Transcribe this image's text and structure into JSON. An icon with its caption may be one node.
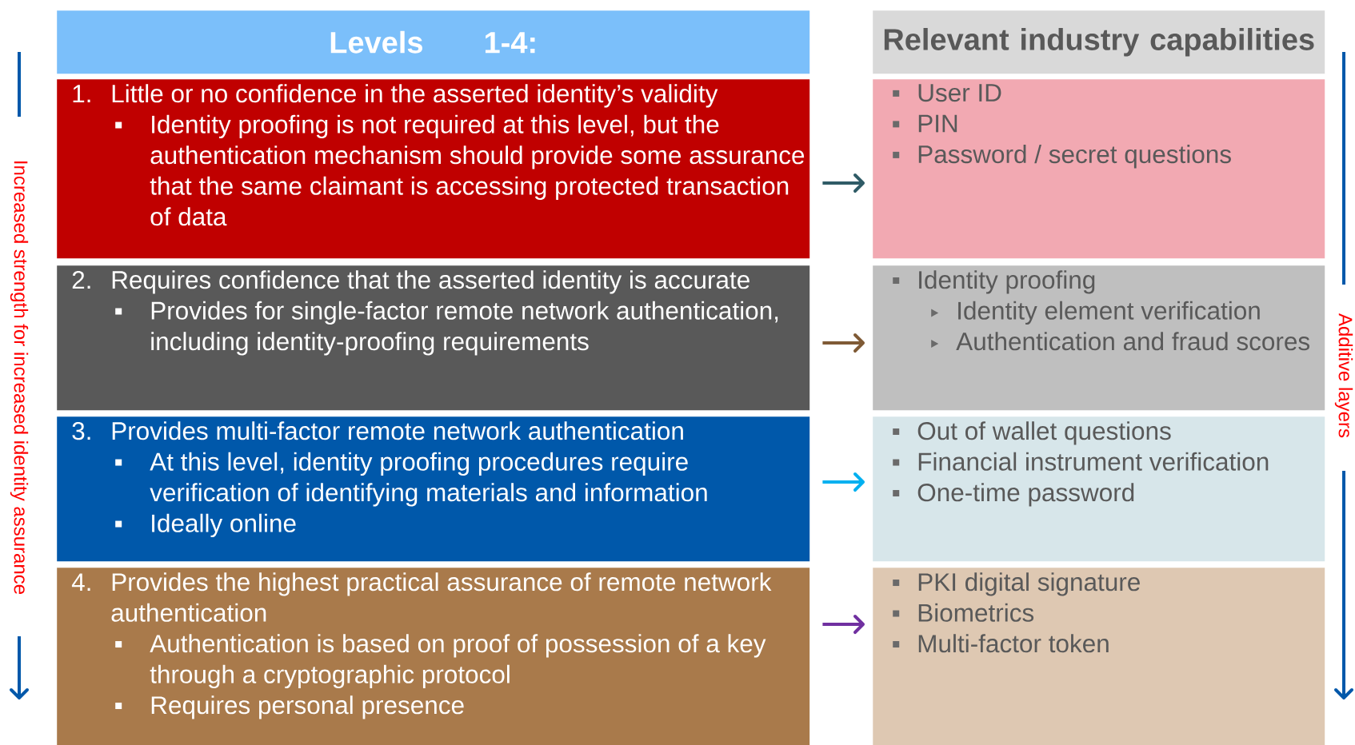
{
  "diagram": {
    "nodes": [
      {
        "text": [
          "Levels 1-4:"
        ]
      },
      {
        "text": [
          "Relevant industry capabilities"
        ]
      },
      {
        "text": [
          "1.",
          "Little or no confidence in the asserted identity’s validity",
          "Identity proofing is not required at this level, but the authentication mechanism should provide some assurance that the same claimant is accessing protected transaction of data"
        ]
      },
      {
        "text": [
          "2.",
          "Requires confidence that the asserted identity is accurate",
          "Provides for single-factor remote network authentication, including identity-proofing requirements"
        ]
      },
      {
        "text": [
          "3.",
          "Provides multi-factor remote network authentication",
          "At this level, identity proofing procedures require verification of identifying  materials and information",
          "Ideally online"
        ]
      },
      {
        "text": [
          "4.",
          "Provides the highest practical assurance of remote network authentication",
          "Authentication is based  on proof of possession of a key through a cryptographic protocol",
          "Requires personal presence"
        ]
      },
      {
        "text": [
          "User ID",
          "PIN",
          "Password / secret questions"
        ]
      },
      {
        "text": [
          "Identity proofing",
          "Identity element verification",
          "Authentication and fraud scores"
        ]
      },
      {
        "text": [
          "Out of wallet questions",
          "Financial instrument verification",
          "One-time password"
        ]
      },
      {
        "text": [
          "PKI digital signature",
          "Biometrics",
          "Multi-factor token"
        ]
      }
    ],
    "edges": [
      {
        "from": 2,
        "to": 6,
        "arrow": "to",
        "color": "#2f5b66"
      },
      {
        "from": 3,
        "to": 7,
        "arrow": "to",
        "color": "#7f5a35"
      },
      {
        "from": 4,
        "to": 8,
        "arrow": "to",
        "color": "#00b0f0"
      },
      {
        "from": 5,
        "to": 9,
        "arrow": "to",
        "color": "#7030a0"
      }
    ],
    "labels": [
      "Increased strength for increased identity assurance",
      "Additive layers"
    ]
  }
}
